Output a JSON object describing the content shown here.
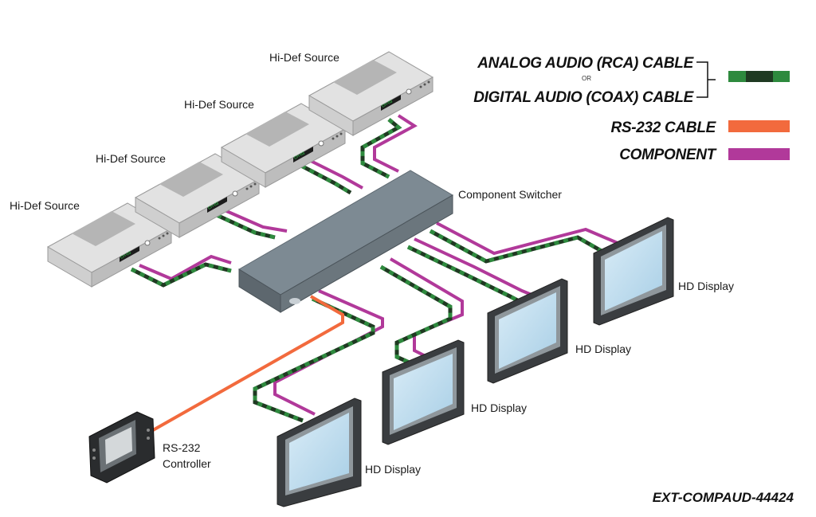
{
  "legend": {
    "analog_audio": "ANALOG AUDIO (RCA) CABLE",
    "or": "OR",
    "digital_audio": "DIGITAL AUDIO (COAX) CABLE",
    "rs232": "RS-232 CABLE",
    "component": "COMPONENT",
    "colors": {
      "audio_light": "#2e8a3e",
      "audio_dark": "#1f3a22",
      "rs232": "#f26a3d",
      "component": "#b1399a"
    }
  },
  "sources": [
    {
      "label": "Hi-Def Source",
      "display": "CH-03"
    },
    {
      "label": "Hi-Def Source",
      "display": "CH-03"
    },
    {
      "label": "Hi-Def Source",
      "display": "CH-03"
    },
    {
      "label": "Hi-Def Source",
      "display": "CH-03"
    }
  ],
  "switcher": {
    "label": "Component Switcher"
  },
  "displays": [
    {
      "label": "HD Display"
    },
    {
      "label": "HD Display"
    },
    {
      "label": "HD Display"
    },
    {
      "label": "HD Display"
    }
  ],
  "controller": {
    "label_line1": "RS-232",
    "label_line2": "Controller"
  },
  "model_number": "EXT-COMPAUD-44424"
}
